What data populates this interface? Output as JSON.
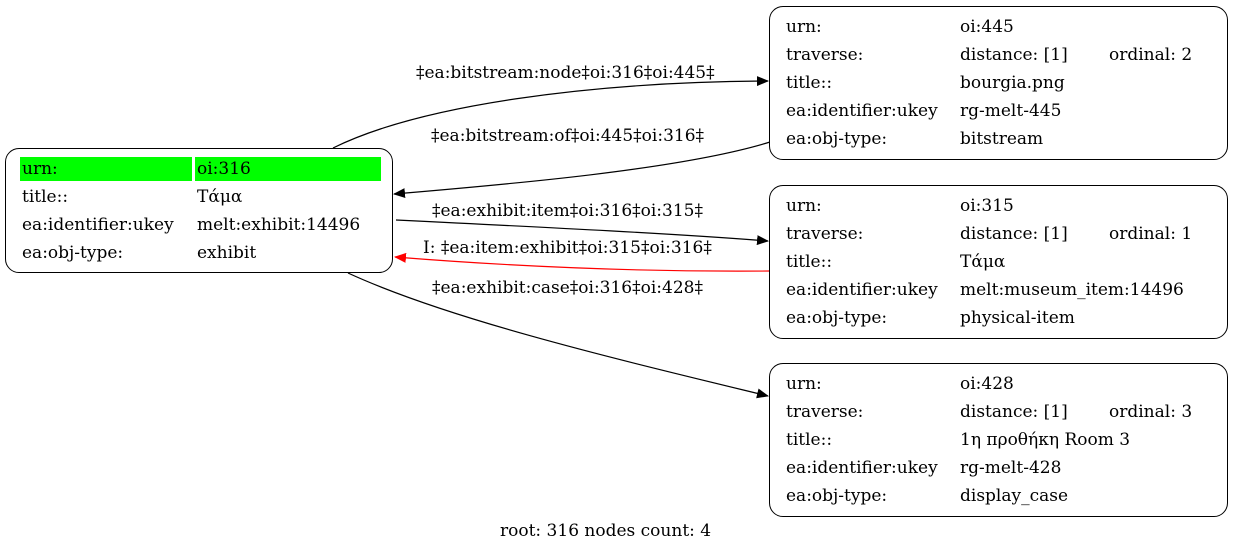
{
  "nodes": {
    "root": {
      "urn_key": "urn:",
      "urn_val": "oi:316",
      "title_key": "title::",
      "title_val": "Τάμα",
      "ukey_key": "ea:identifier:ukey",
      "ukey_val": "melt:exhibit:14496",
      "type_key": "ea:obj-type:",
      "type_val": "exhibit",
      "highlight_color": "#00ff00"
    },
    "n445": {
      "urn_key": "urn:",
      "urn_val": "oi:445",
      "traverse_key": "traverse:",
      "distance": "distance: [1]",
      "ordinal": "ordinal: 2",
      "title_key": "title::",
      "title_val": "bourgia.png",
      "ukey_key": "ea:identifier:ukey",
      "ukey_val": "rg-melt-445",
      "type_key": "ea:obj-type:",
      "type_val": "bitstream"
    },
    "n315": {
      "urn_key": "urn:",
      "urn_val": "oi:315",
      "traverse_key": "traverse:",
      "distance": "distance: [1]",
      "ordinal": "ordinal: 1",
      "title_key": "title::",
      "title_val": "Τάμα",
      "ukey_key": "ea:identifier:ukey",
      "ukey_val": "melt:museum_item:14496",
      "type_key": "ea:obj-type:",
      "type_val": "physical-item"
    },
    "n428": {
      "urn_key": "urn:",
      "urn_val": "oi:428",
      "traverse_key": "traverse:",
      "distance": "distance: [1]",
      "ordinal": "ordinal: 3",
      "title_key": "title::",
      "title_val": "1η προθήκη Room 3",
      "ukey_key": "ea:identifier:ukey",
      "ukey_val": "rg-melt-428",
      "type_key": "ea:obj-type:",
      "type_val": "display_case"
    }
  },
  "edges": {
    "bitstream_node": "‡ea:bitstream:node‡oi:316‡oi:445‡",
    "bitstream_of": "‡ea:bitstream:of‡oi:445‡oi:316‡",
    "exhibit_item": "‡ea:exhibit:item‡oi:316‡oi:315‡",
    "item_exhibit": "I: ‡ea:item:exhibit‡oi:315‡oi:316‡",
    "exhibit_case": "‡ea:exhibit:case‡oi:316‡oi:428‡",
    "inverse_edge_color": "#ff0000"
  },
  "footer": "root: 316 nodes count: 4"
}
